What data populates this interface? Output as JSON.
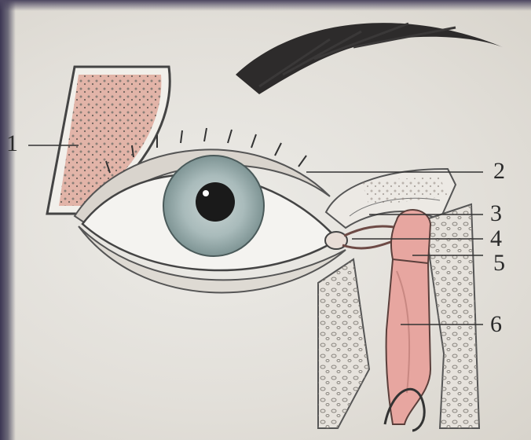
{
  "labels": [
    {
      "id": "1",
      "text": "1"
    },
    {
      "id": "2",
      "text": "2"
    },
    {
      "id": "3",
      "text": "3"
    },
    {
      "id": "4",
      "text": "4"
    },
    {
      "id": "5",
      "text": "5"
    },
    {
      "id": "6",
      "text": "6"
    }
  ],
  "colors": {
    "gland": "#e2b4a8",
    "duct": "#e7a6a0",
    "iris": "#9fb2b2",
    "pupil": "#1a1a1a",
    "line": "#3a3a3a"
  }
}
